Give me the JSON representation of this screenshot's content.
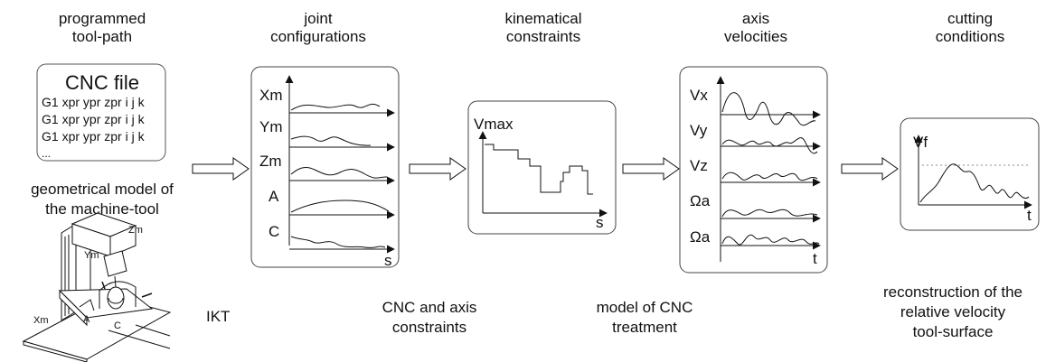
{
  "headers": {
    "tool_path": [
      "programmed",
      "tool-path"
    ],
    "joint_configurations": [
      "joint",
      "configurations"
    ],
    "kinematical_constraints": [
      "kinematical",
      "constraints"
    ],
    "axis_velocities": [
      "axis",
      "velocities"
    ],
    "cutting_conditions": [
      "cutting",
      "conditions"
    ]
  },
  "cnc_file": {
    "title": "CNC file",
    "lines": [
      "G1 xpr ypr zpr i j k",
      "G1 xpr ypr zpr i j k",
      "G1 xpr ypr zpr i j k",
      "..."
    ]
  },
  "machine_model": {
    "caption": [
      "geometrical model of",
      "the machine-tool"
    ],
    "axis_labels": [
      "Zm",
      "Ym",
      "Xm",
      "A",
      "C"
    ]
  },
  "joint_panel": {
    "rows": [
      "Xm",
      "Ym",
      "Zm",
      "A",
      "C"
    ],
    "axis_label": "s"
  },
  "kinematic_panel": {
    "ylabel": "Vmax",
    "axis_label": "s"
  },
  "velocity_panel": {
    "rows": [
      "Vx",
      "Vy",
      "Vz",
      "Ωa",
      "Ωa"
    ],
    "axis_label": "t"
  },
  "cutting_panel": {
    "ylabel": "Vf",
    "axis_label": "t"
  },
  "captions": {
    "ikt": "IKT",
    "cnc_constraints": [
      "CNC and axis",
      "constraints"
    ],
    "cnc_treatment": [
      "model of CNC",
      "treatment"
    ],
    "reconstruction": [
      "reconstruction of the",
      "relative velocity",
      "tool-surface"
    ]
  },
  "colors": {
    "stroke": "#111111",
    "panel_border": "#444444",
    "dotted_limit": "#888888"
  }
}
